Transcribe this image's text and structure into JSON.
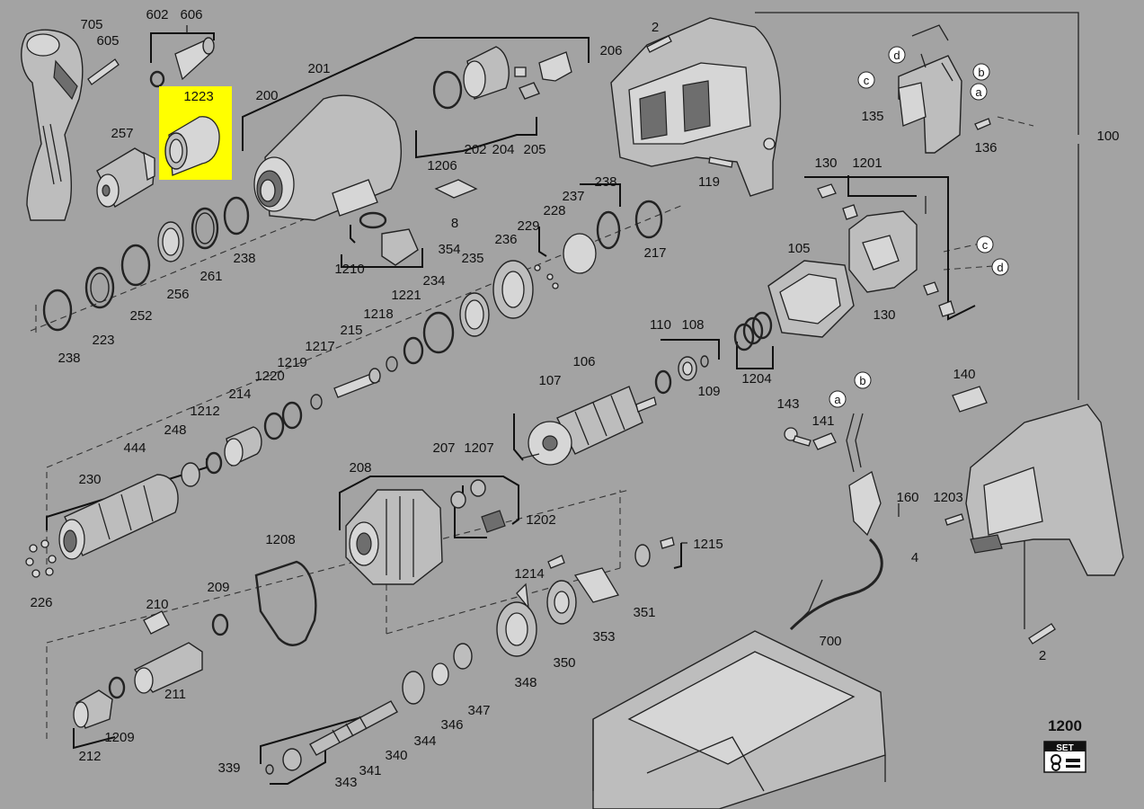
{
  "highlight_color": "#ffff00",
  "background_color": "#a3a3a3",
  "labels": {
    "p705": "705",
    "p605": "605",
    "p602": "602",
    "p606": "606",
    "p1223": "1223",
    "p257": "257",
    "p200": "200",
    "p201": "201",
    "p206": "206",
    "p1206": "1206",
    "p202": "202",
    "p204": "204",
    "p205": "205",
    "p8": "8",
    "p354": "354",
    "p1210": "1210",
    "p238a": "238",
    "p261": "261",
    "p256": "256",
    "p252": "252",
    "p223": "223",
    "p238b": "238",
    "p238c": "238",
    "p237": "237",
    "p228": "228",
    "p229": "229",
    "p236": "236",
    "p235": "235",
    "p234": "234",
    "p1221": "1221",
    "p217": "217",
    "p1218": "1218",
    "p215": "215",
    "p1217": "1217",
    "p1219": "1219",
    "p1220": "1220",
    "p214": "214",
    "p1212": "1212",
    "p248": "248",
    "p444": "444",
    "p230": "230",
    "p226": "226",
    "p2a": "2",
    "p119": "119",
    "p100": "100",
    "p135": "135",
    "p136": "136",
    "p130a": "130",
    "p1201": "1201",
    "p105": "105",
    "p130b": "130",
    "p110": "110",
    "p108": "108",
    "p106": "106",
    "p109": "109",
    "p1204": "1204",
    "p107": "107",
    "p140": "140",
    "p143": "143",
    "p141": "141",
    "p160": "160",
    "p1203": "1203",
    "p4": "4",
    "p2b": "2",
    "p208": "208",
    "p207": "207",
    "p1207": "1207",
    "p1202": "1202",
    "p1208": "1208",
    "p1215": "1215",
    "p1214": "1214",
    "p351": "351",
    "p210": "210",
    "p209": "209",
    "p211": "211",
    "p353": "353",
    "p350": "350",
    "p348": "348",
    "p347": "347",
    "p346": "346",
    "p344": "344",
    "p340": "340",
    "p341": "341",
    "p212": "212",
    "p1209": "1209",
    "p339": "339",
    "p343": "343",
    "p700": "700",
    "p1200": "1200",
    "set": "SET"
  },
  "wire_markers": {
    "a1": "a",
    "b1": "b",
    "c1": "c",
    "d1": "d",
    "c2": "c",
    "d2": "d",
    "a2": "a",
    "b2": "b"
  }
}
